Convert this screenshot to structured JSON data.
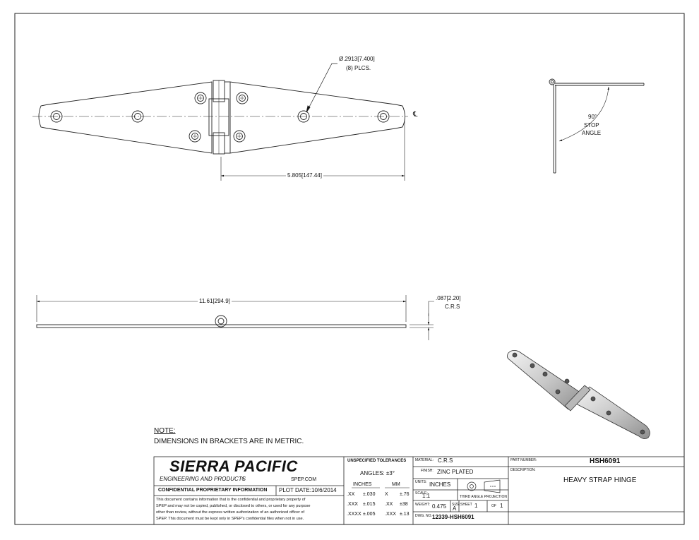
{
  "drawing": {
    "hole_dim": "Ø.2913[7.400]",
    "hole_count": "(8) PLCS.",
    "centerline_symbol": "℄",
    "half_length_dim": "5.805[147.44]",
    "overall_length_dim": "11.61[294.9]",
    "thickness_dim": ".087[2.20]",
    "thickness_material": "C.R.S",
    "stop_angle_value": "90°",
    "stop_angle_line1": "STOP",
    "stop_angle_line2": "ANGLE"
  },
  "note": {
    "heading": "NOTE:",
    "text": "DIMENSIONS IN BRACKETS ARE IN METRIC."
  },
  "title_block": {
    "company": "SIERRA PACIFIC",
    "company_sub": "ENGINEERING AND PRODUCTS",
    "registered_mark": "®",
    "website": "SPEP.COM",
    "confidential_label": "CONFIDENTIAL PROPRIETARY INFORMATION",
    "plot_date_label": "PLOT DATE:",
    "plot_date": "10/6/2014",
    "confidential_text": [
      "This document contains information that is the confidential and proprietary property of",
      "SPEP and may not be copied, published, or disclosed to others, or used for any purpose",
      "other than review, without the express written authorization of an authorized officer of",
      "SPEP. This document must be kept only in SPEP's confidential files when not in use."
    ],
    "tolerances_title": "UNSPECIFIED TOLERANCES",
    "angles": "ANGLES: ±3°",
    "inches_head": "INCHES",
    "mm_head": "MM",
    "tolerance_rows": [
      {
        "in_fmt": ".XX",
        "in_tol": "±.030",
        "mm_fmt": "X",
        "mm_tol": "±.76"
      },
      {
        "in_fmt": ".XXX",
        "in_tol": "±.015",
        "mm_fmt": ".XX",
        "mm_tol": "±38"
      },
      {
        "in_fmt": ".XXXX",
        "in_tol": "±.005",
        "mm_fmt": ".XXX",
        "mm_tol": "±.13"
      }
    ],
    "material_label": "MATERIAL:",
    "material": "C.R.S",
    "finish_label": "FINISH:",
    "finish": "ZINC PLATED",
    "units_label": "UNITS:",
    "units": "INCHES",
    "scale_label": "SCALE:",
    "scale": "1:1",
    "projection_label": "THIRD ANGLE PROJECTION",
    "weight_label": "WEIGHT:",
    "weight": "0.475",
    "size_label": "SIZE:",
    "size": "A",
    "sheet_label": "SHEET",
    "sheet": "1",
    "of_label": "OF",
    "sheet_total": "1",
    "dwg_label": "DWG. NO.",
    "dwg_no": "12339-HSH6091",
    "part_label": "PART NUMBER:",
    "part_number": "HSH6091",
    "desc_label": "DESCRIPTION:",
    "description": "HEAVY STRAP HINGE"
  }
}
